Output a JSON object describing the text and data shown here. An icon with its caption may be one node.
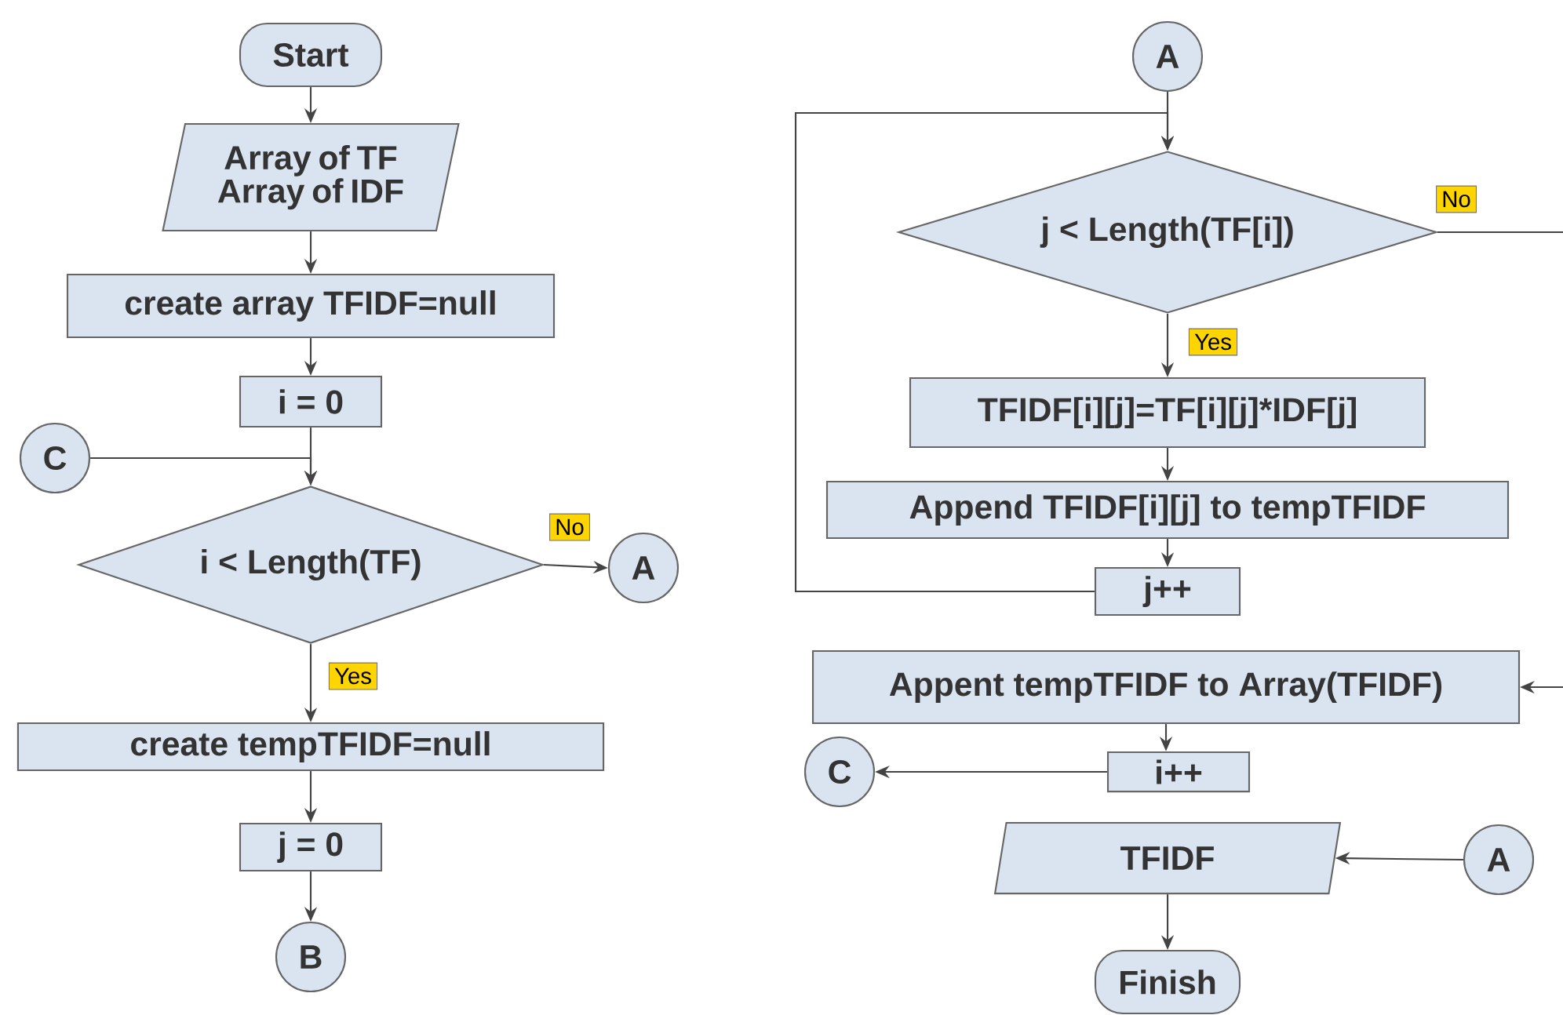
{
  "diagram": {
    "nodes": [
      {
        "text": [
          "Start"
        ]
      },
      {
        "text": [
          "Array of TF Array of IDF"
        ]
      },
      {
        "text": [
          "create array TFIDF=null"
        ]
      },
      {
        "text": [
          "i = 0"
        ]
      },
      {
        "text": [
          "C"
        ]
      },
      {
        "text": [
          "i < Length(TF)"
        ]
      },
      {
        "text": [
          "A"
        ]
      },
      {
        "text": [
          "create tempTFIDF=null"
        ]
      },
      {
        "text": [
          "j = 0"
        ]
      },
      {
        "text": [
          "B"
        ]
      },
      {
        "text": [
          "A"
        ]
      },
      {
        "text": [
          "j < Length(TF[i])"
        ]
      },
      {
        "text": [
          "TFIDF[i][j]=TF[i][j]*IDF[j]"
        ]
      },
      {
        "text": [
          "Append TFIDF[i][j] to tempTFIDF"
        ]
      },
      {
        "text": [
          "j++"
        ]
      },
      {
        "text": [
          "Appent tempTFIDF to Array(TFIDF)"
        ]
      },
      {
        "text": [
          "i++"
        ]
      },
      {
        "text": [
          "C"
        ]
      },
      {
        "text": [
          "TFIDF"
        ]
      },
      {
        "text": [
          "A"
        ]
      },
      {
        "text": [
          "Finish"
        ]
      }
    ],
    "edges": [
      {
        "from": 0,
        "to": 1,
        "arrow": "to"
      },
      {
        "from": 1,
        "to": 2,
        "arrow": "to"
      },
      {
        "from": 2,
        "to": 3,
        "arrow": "to"
      },
      {
        "from": 3,
        "to": 5,
        "arrow": "to"
      },
      {
        "from": 4,
        "to": 5,
        "arrow": "to"
      },
      {
        "from": 5,
        "to": 6,
        "arrow": "to",
        "label": "No"
      },
      {
        "from": 5,
        "to": 7,
        "arrow": "to",
        "label": "Yes"
      },
      {
        "from": 7,
        "to": 8,
        "arrow": "to"
      },
      {
        "from": 8,
        "to": 9,
        "arrow": "to"
      },
      {
        "from": 10,
        "to": 11,
        "arrow": "to"
      },
      {
        "from": 14,
        "to": 11,
        "arrow": "to"
      },
      {
        "from": 11,
        "to": 12,
        "arrow": "to",
        "label": "Yes"
      },
      {
        "from": 11,
        "to": null,
        "arrow": "none",
        "label": "No"
      },
      {
        "from": null,
        "to": 15,
        "arrow": "to"
      },
      {
        "from": 12,
        "to": 13,
        "arrow": "to"
      },
      {
        "from": 13,
        "to": 14,
        "arrow": "to"
      },
      {
        "from": 15,
        "to": 16,
        "arrow": "to"
      },
      {
        "from": 16,
        "to": 17,
        "arrow": "to"
      },
      {
        "from": 19,
        "to": 18,
        "arrow": "to"
      },
      {
        "from": 18,
        "to": 20,
        "arrow": "to"
      }
    ]
  }
}
